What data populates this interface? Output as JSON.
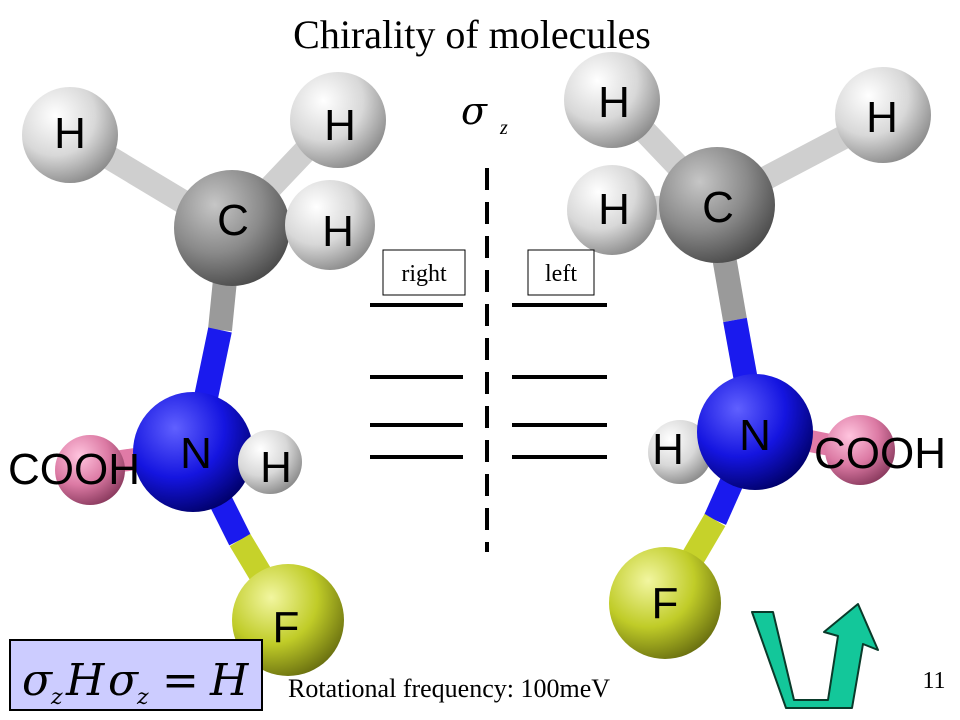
{
  "slide": {
    "title": "Chirality of molecules",
    "sigma_label": "σ",
    "sigma_sub": "z",
    "box_right": "right",
    "box_left": "left",
    "footer_text": "Rotational frequency: 100meV",
    "page_number": "11",
    "formula": {
      "s1": "σ",
      "s1_sub": "z",
      "H": "H",
      "s2": "σ",
      "s2_sub": "z",
      "eq": "=",
      "H2": "H"
    }
  },
  "molecule_left": {
    "atoms": {
      "H1": "H",
      "H2": "H",
      "H3": "H",
      "C": "C",
      "N": "N",
      "H4": "H",
      "COOH": "COOH",
      "F": "F"
    }
  },
  "molecule_right": {
    "atoms": {
      "H1": "H",
      "H2": "H",
      "H3": "H",
      "C": "C",
      "N": "N",
      "H4": "H",
      "COOH": "COOH",
      "F": "F"
    }
  },
  "colors": {
    "hydrogen": "#e6e6e6",
    "carbon": "#8a8a8a",
    "nitrogen": "#1a1aee",
    "fluorine": "#c6d22a",
    "cooh": "#e07aa6",
    "arrow": "#13c79a",
    "formula_bg": "#ccccff"
  },
  "icons": {
    "rotation": "u-turn-rotation-arrow-icon"
  }
}
